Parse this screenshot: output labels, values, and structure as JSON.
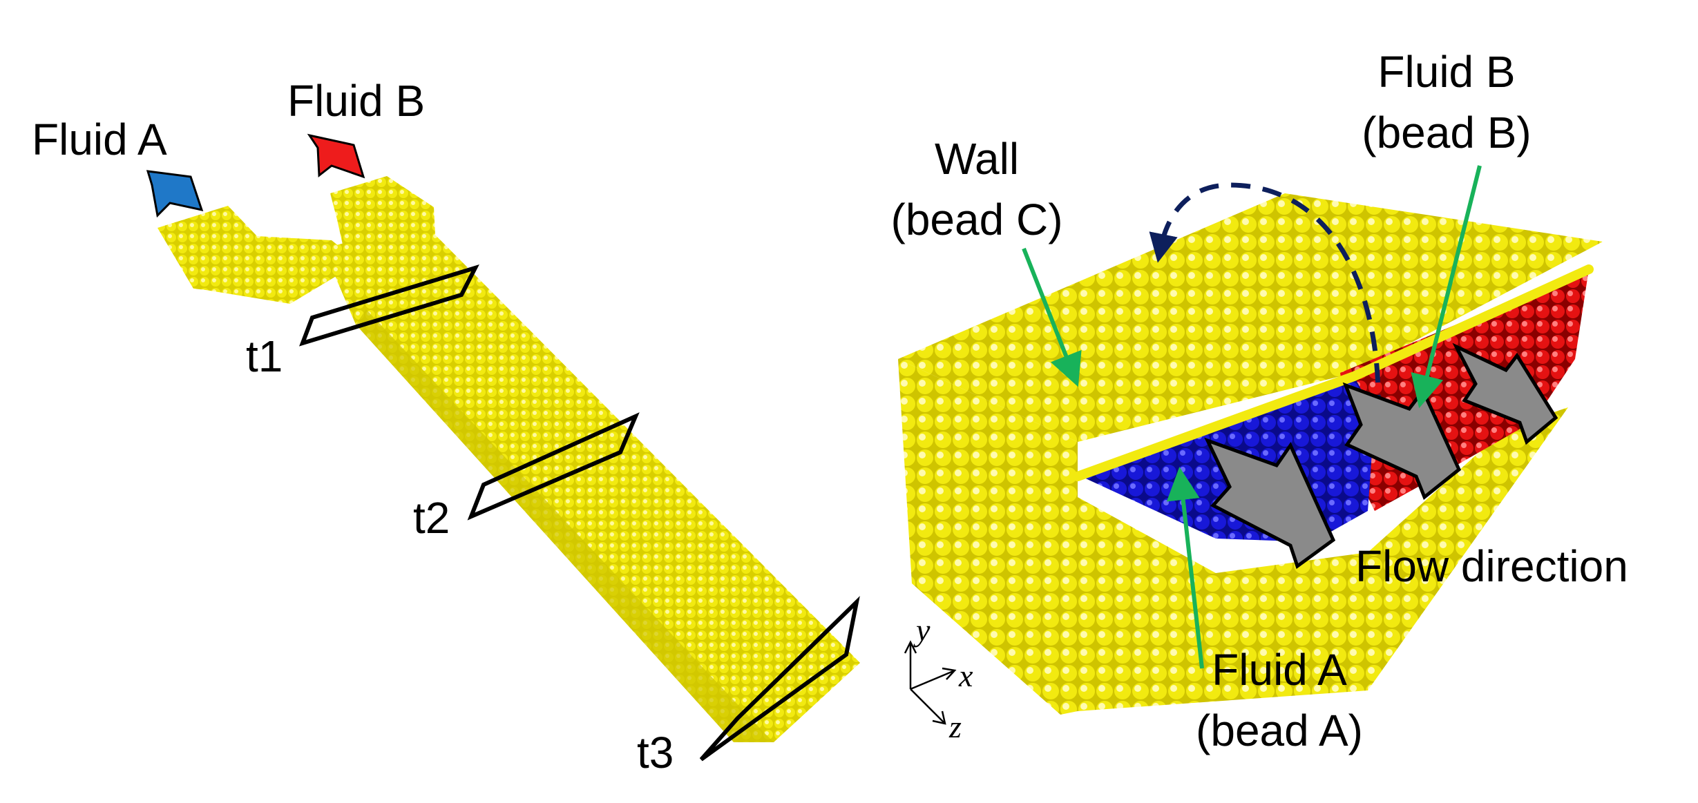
{
  "left_panel": {
    "fluid_a_label": "Fluid A",
    "fluid_b_label": "Fluid B",
    "plane_labels": [
      "t1",
      "t2",
      "t3"
    ]
  },
  "right_panel": {
    "wall_label_line1": "Wall",
    "wall_label_line2": "(bead C)",
    "fluid_b_label_line1": "Fluid B",
    "fluid_b_label_line2": "(bead B)",
    "fluid_a_label_line1": "Fluid A",
    "fluid_a_label_line2": "(bead A)",
    "flow_label": "Flow direction"
  },
  "axes": {
    "y": "y",
    "x": "x",
    "z": "z"
  },
  "colors": {
    "wall_bead": "#f2ea10",
    "fluid_a_bead": "#1818d8",
    "fluid_b_bead": "#e51212",
    "fluid_a_arrow": "#1f78c8",
    "fluid_b_arrow": "#ee1c1c",
    "pointer": "#18b25a",
    "circulation_arrow": "#0d1f5c",
    "flow_arrow": "#8a8a8a"
  }
}
